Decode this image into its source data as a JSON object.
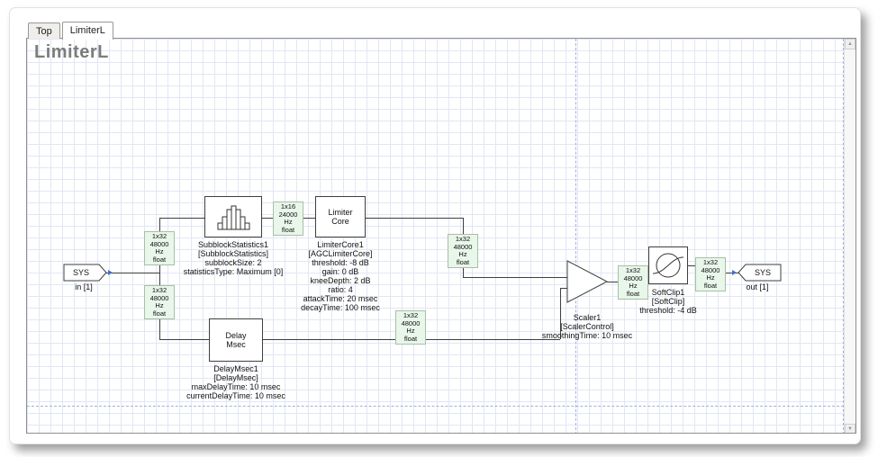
{
  "tabs": {
    "top": "Top",
    "limiterl": "LimiterL"
  },
  "title": "LimiterL",
  "blocks": {
    "sys_in": {
      "label": "SYS",
      "caption": "in [1]"
    },
    "sys_out": {
      "label": "SYS",
      "caption": "out [1]"
    },
    "subblock_stats": {
      "caption": [
        "SubblockStatistics1",
        "[SubblockStatistics]",
        "subblockSize: 2",
        "statisticsType: Maximum [0]"
      ]
    },
    "limiter_core": {
      "body": [
        "Limiter",
        "Core"
      ],
      "caption": [
        "LimiterCore1",
        "[AGCLimiterCore]",
        "threshold: -8 dB",
        "gain: 0 dB",
        "kneeDepth: 2 dB",
        "ratio: 4",
        "attackTime: 20 msec",
        "decayTime: 100 msec"
      ]
    },
    "delay_msec": {
      "body": [
        "Delay",
        "Msec"
      ],
      "caption": [
        "DelayMsec1",
        "[DelayMsec]",
        "maxDelayTime: 10 msec",
        "currentDelayTime: 10 msec"
      ]
    },
    "scaler": {
      "caption": [
        "Scaler1",
        "[ScalerControl]",
        "smoothingTime: 10 msec"
      ]
    },
    "soft_clip": {
      "caption": [
        "SoftClip1",
        "[SoftClip]",
        "threshold: -4 dB"
      ]
    }
  },
  "wire_labels": {
    "in_to_stats": [
      "1x32",
      "48000 Hz",
      "float"
    ],
    "in_to_delay": [
      "1x32",
      "48000 Hz",
      "float"
    ],
    "stats_to_core": [
      "1x16",
      "24000 Hz",
      "float"
    ],
    "core_to_scaler": [
      "1x32",
      "48000 Hz",
      "float"
    ],
    "delay_to_scaler": [
      "1x32",
      "48000 Hz",
      "float"
    ],
    "scaler_to_softclip": [
      "1x32",
      "48000 Hz",
      "float"
    ],
    "softclip_to_out": [
      "1x32",
      "48000 Hz",
      "float"
    ]
  },
  "icons": {
    "scroll_up": "▲",
    "scroll_down": "▼"
  },
  "colors": {
    "pin_arrow": "#3f6fd0",
    "wire": "#3f3f3f",
    "wire_label_bg": "#e9f6ea",
    "grid": "#e0e7f4",
    "page_boundary_dash": "#a6aee0",
    "title_text": "#7c7c7c"
  }
}
